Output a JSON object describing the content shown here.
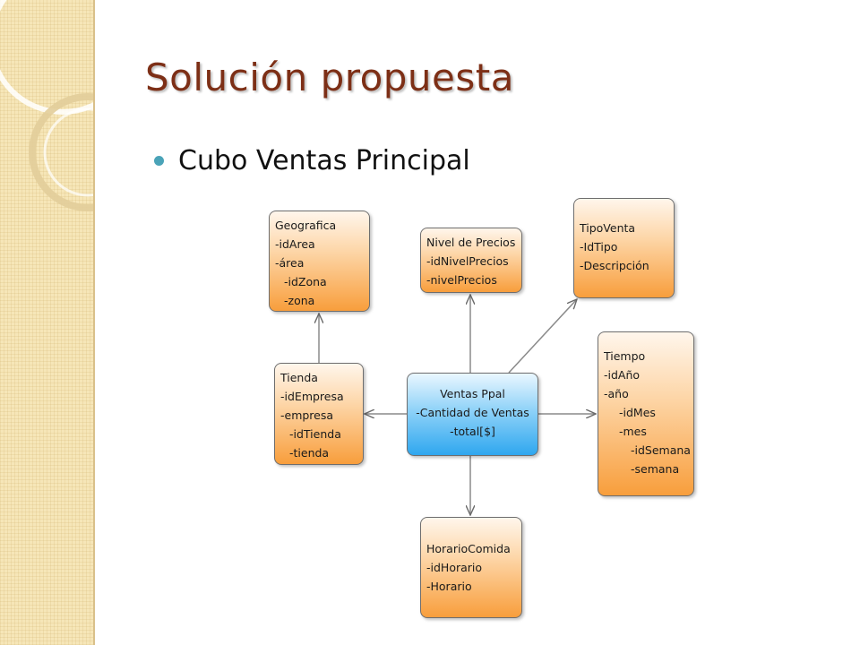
{
  "slide": {
    "title": "Solución propuesta",
    "bullet": "Cubo Ventas Principal"
  },
  "diagram": {
    "geografica": {
      "title": "Geografica",
      "lines": [
        "-idArea",
        "-área",
        "-idZona",
        "-zona"
      ]
    },
    "nivel_precios": {
      "title": "Nivel de Precios",
      "lines": [
        "-idNivelPrecios",
        "-nivelPrecios"
      ]
    },
    "tipo_venta": {
      "title": "TipoVenta",
      "lines": [
        "-IdTipo",
        "-Descripción"
      ]
    },
    "tienda": {
      "title": "Tienda",
      "lines": [
        "-idEmpresa",
        "-empresa",
        "-idTienda",
        "-tienda"
      ]
    },
    "ventas_ppal": {
      "title": "Ventas Ppal",
      "lines": [
        "-Cantidad de Ventas",
        "-total[$]"
      ]
    },
    "tiempo": {
      "title": "Tiempo",
      "lines": [
        "-idAño",
        "-año",
        "-idMes",
        "-mes",
        "-idSemana",
        "-semana"
      ]
    },
    "horario_comida": {
      "title": "HorarioComida",
      "lines": [
        "-idHorario",
        "-Horario"
      ]
    }
  },
  "colors": {
    "title": "#7d2f16",
    "bullet": "#4aa3b8",
    "dimension_box": "#f89e3c",
    "fact_box": "#2fa7ef",
    "side_panel": "#f6e6b8"
  }
}
